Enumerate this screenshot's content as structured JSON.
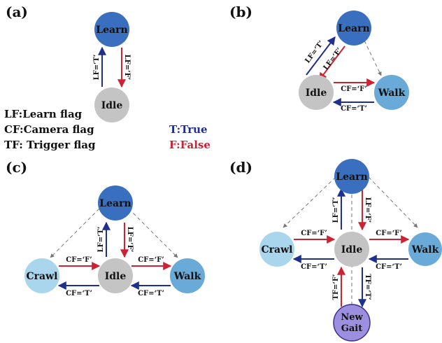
{
  "panels": {
    "a": "(a)",
    "b": "(b)",
    "c": "(c)",
    "d": "(d)"
  },
  "states": {
    "learn": "Learn",
    "idle": "Idle",
    "walk": "Walk",
    "crawl": "Crawl",
    "new_gait_line1": "New",
    "new_gait_line2": "Gait"
  },
  "flags": {
    "lf_true": "LF=‘T’",
    "lf_false": "LF=‘F’",
    "cf_true": "CF=‘T’",
    "cf_false": "CF=‘F’",
    "tf_true": "TF=‘T’",
    "tf_false": "TF=‘F’"
  },
  "legend": {
    "lf": "LF:Learn flag",
    "cf": "CF:Camera flag",
    "tf": "TF: Trigger flag",
    "true": "T:True",
    "false": "F:False"
  },
  "colors": {
    "learn": "#3a6fbf",
    "idle": "#c4c4c4",
    "walk": "#6aaad8",
    "crawl": "#a9d6ec",
    "new_gait": "#9c8fe0",
    "true_arrow": "#1f2f8f",
    "false_arrow": "#cc2233",
    "dashed": "#777777"
  }
}
